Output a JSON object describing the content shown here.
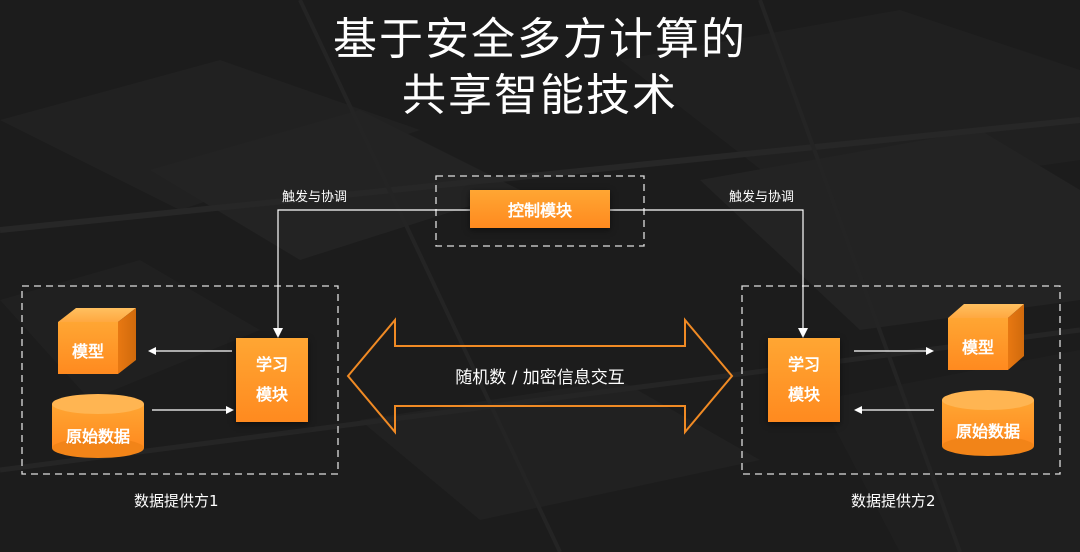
{
  "title": {
    "line1": "基于安全多方计算的",
    "line2": "共享智能技术"
  },
  "control_module": "控制模块",
  "trigger_label_left": "触发与协调",
  "trigger_label_right": "触发与协调",
  "center_exchange": "随机数 / 加密信息交互",
  "provider_left": {
    "name": "数据提供方1",
    "model": "模型",
    "raw_data": "原始数据",
    "learning_line1": "学习",
    "learning_line2": "模块"
  },
  "provider_right": {
    "name": "数据提供方2",
    "model": "模型",
    "raw_data": "原始数据",
    "learning_line1": "学习",
    "learning_line2": "模块"
  },
  "colors": {
    "accent": "#ff9a2a",
    "background": "#1c1c1c"
  }
}
